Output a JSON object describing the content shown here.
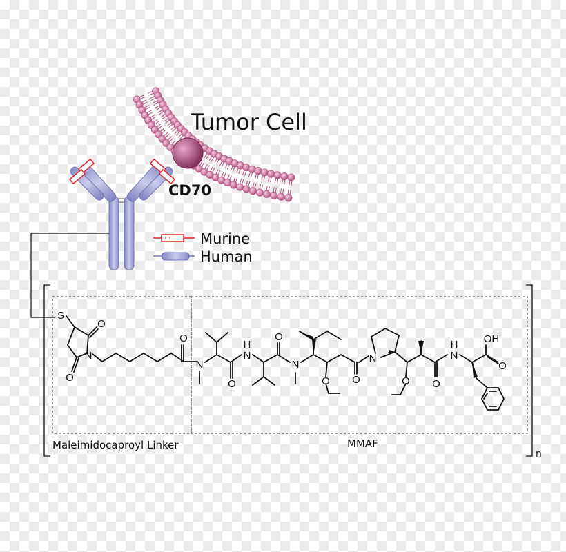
{
  "labels": {
    "tumor_cell": "Tumor Cell",
    "antigen": "CD70",
    "legend_murine": "Murine",
    "legend_human": "Human",
    "linker": "Maleimidocaproyl Linker",
    "payload": "MMAF",
    "repeat_subscript": "n"
  },
  "atoms": {
    "sulfur": "S",
    "oxygen": "O",
    "nitrogen": "N",
    "amide_nh": "H",
    "carboxyl": "OH"
  },
  "colors": {
    "membrane": "#b0507e",
    "membrane_light": "#e6a8c8",
    "antibody_human": "#9a9ccd",
    "antibody_murine": "#e0242b",
    "structure": "#111111"
  }
}
